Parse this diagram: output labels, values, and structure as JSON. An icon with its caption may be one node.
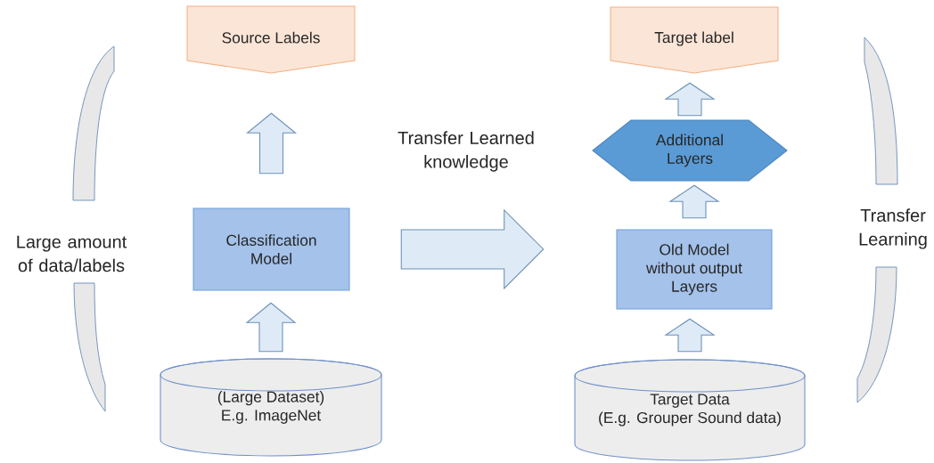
{
  "diagram": {
    "nodes": [
      {
        "text": [
          "Source Labels"
        ]
      },
      {
        "text": [
          "Classification Model"
        ]
      },
      {
        "text": [
          "(Large Dataset)",
          "E.g. ImageNet"
        ]
      },
      {
        "text": [
          "Target label"
        ]
      },
      {
        "text": [
          "Additional Layers"
        ]
      },
      {
        "text": [
          "Old Model without output Layers"
        ]
      },
      {
        "text": [
          "Target Data",
          "(E.g. Grouper Sound data)"
        ]
      }
    ],
    "edges": [
      {
        "from": 2,
        "to": 1,
        "arrow": "to"
      },
      {
        "from": 1,
        "to": 0,
        "arrow": "to"
      },
      {
        "from": 1,
        "to": 5,
        "arrow": "to",
        "label": "Transfer Learned knowledge"
      },
      {
        "from": 6,
        "to": 5,
        "arrow": "to"
      },
      {
        "from": 5,
        "to": 4,
        "arrow": "to"
      },
      {
        "from": 4,
        "to": 3,
        "arrow": "to"
      }
    ],
    "labels": [
      "Large amount of data/labels",
      "Transfer Learning"
    ]
  }
}
